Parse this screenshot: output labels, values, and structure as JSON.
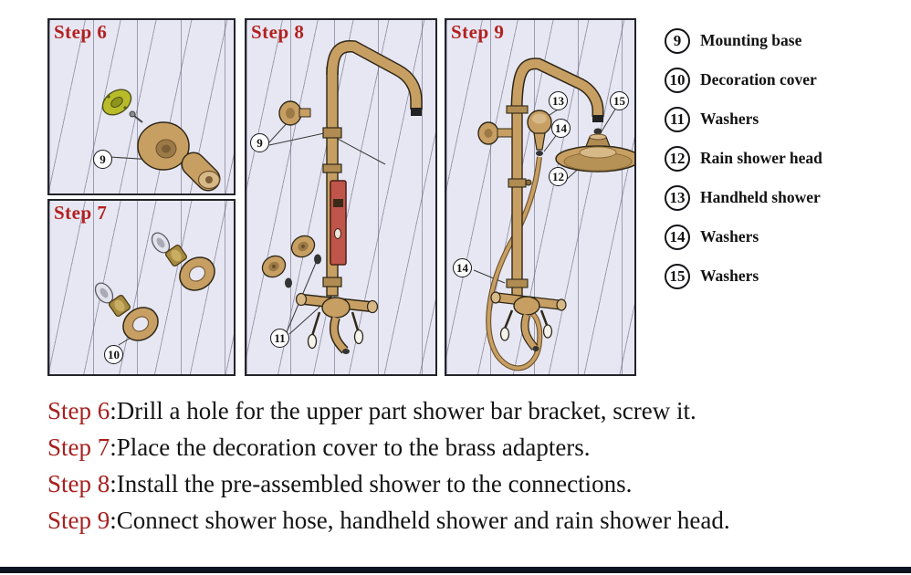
{
  "panels": [
    {
      "label": "Step 6",
      "callouts": [
        "9"
      ]
    },
    {
      "label": "Step 7",
      "callouts": [
        "10"
      ]
    },
    {
      "label": "Step 8",
      "callouts": [
        "9",
        "11"
      ]
    },
    {
      "label": "Step 9",
      "callouts": [
        "13",
        "15",
        "14",
        "12",
        "14"
      ]
    }
  ],
  "legend": {
    "items": [
      {
        "num": "9",
        "label": "Mounting base"
      },
      {
        "num": "10",
        "label": "Decoration cover"
      },
      {
        "num": "11",
        "label": "Washers"
      },
      {
        "num": "12",
        "label": "Rain shower head"
      },
      {
        "num": "13",
        "label": "Handheld shower"
      },
      {
        "num": "14",
        "label": "Washers"
      },
      {
        "num": "15",
        "label": "Washers"
      }
    ]
  },
  "instructions": [
    {
      "step": "Step 6",
      "text": ":Drill a hole for the upper part shower bar bracket, screw it."
    },
    {
      "step": "Step 7",
      "text": ":Place the decoration cover to the brass adapters."
    },
    {
      "step": "Step 8",
      "text": ":Install the pre-assembled shower to the connections."
    },
    {
      "step": "Step 9",
      "text": ":Connect shower hose, handheld shower and rain shower head."
    }
  ],
  "colors": {
    "accent_red": "#b3211f",
    "brass": "#c89f63",
    "slide_bar_red": "#c0564b",
    "flange_green": "#b9bc2a",
    "tile_background": "#e7e7f3"
  }
}
